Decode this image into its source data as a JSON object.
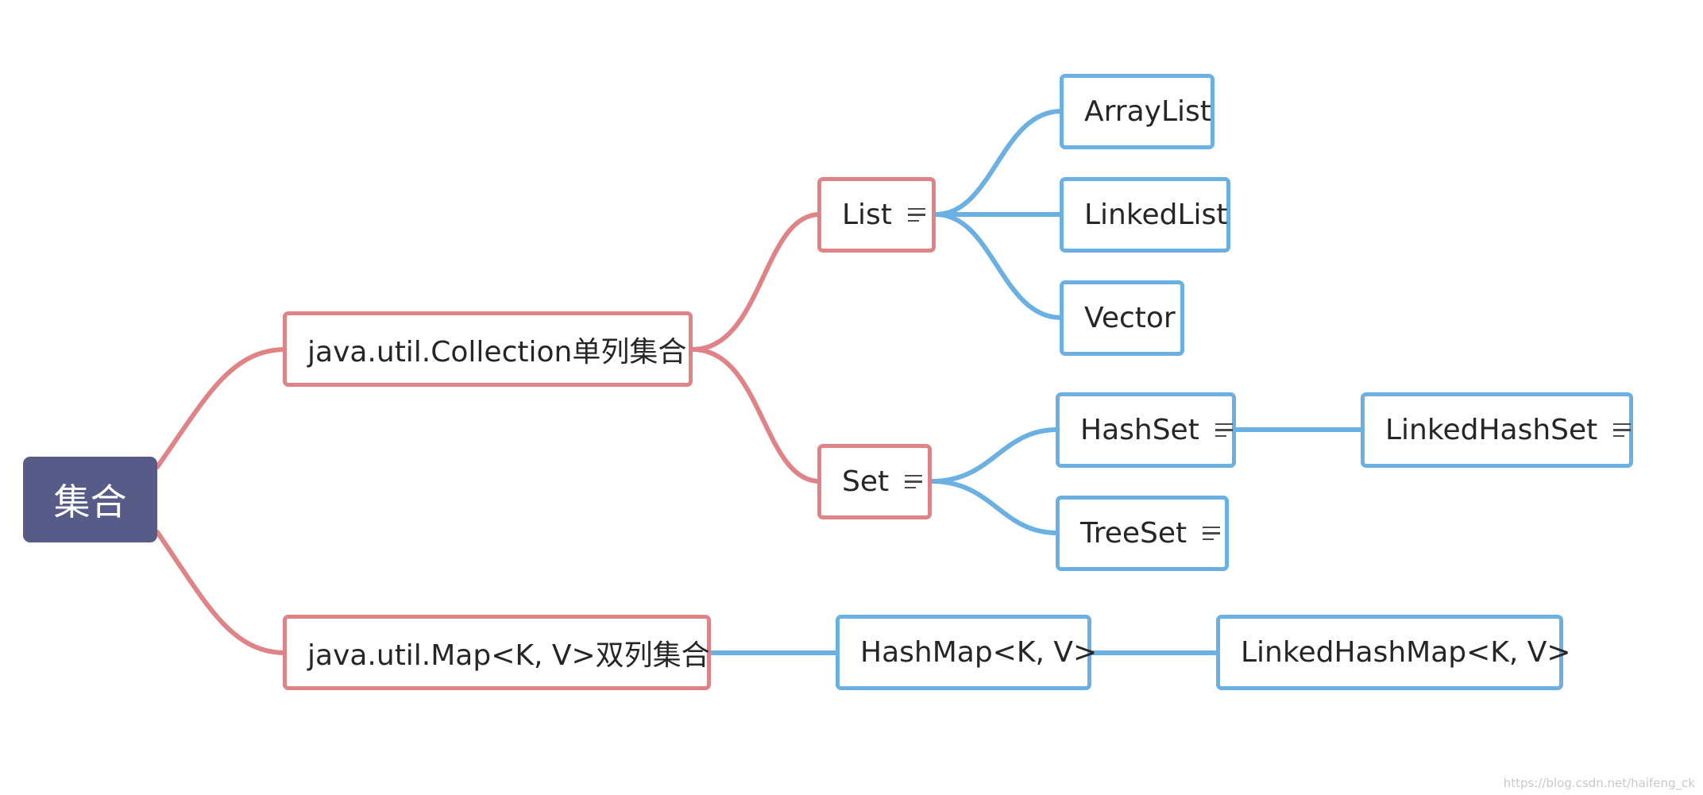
{
  "colors": {
    "root_fill": "#565c87",
    "level1_border": "#e08386",
    "level2_border": "#6ab0e2"
  },
  "root": {
    "label": "集合"
  },
  "collection": {
    "label": "java.util.Collection单列集合",
    "list": {
      "label": "List",
      "has_note_icon": true,
      "children": [
        "ArrayList",
        "LinkedList",
        "Vector"
      ]
    },
    "set": {
      "label": "Set",
      "has_note_icon": true,
      "hashset": {
        "label": "HashSet",
        "has_note_icon": true
      },
      "linkedhashset": {
        "label": "LinkedHashSet",
        "has_note_icon": true
      },
      "treeset": {
        "label": "TreeSet",
        "has_note_icon": true
      }
    }
  },
  "map": {
    "label": "java.util.Map<K, V>双列集合",
    "hashmap": {
      "label": "HashMap<K, V>"
    },
    "linkedhashmap": {
      "label": "LinkedHashMap<K, V>"
    }
  },
  "watermark": "https://blog.csdn.net/haifeng_ck"
}
